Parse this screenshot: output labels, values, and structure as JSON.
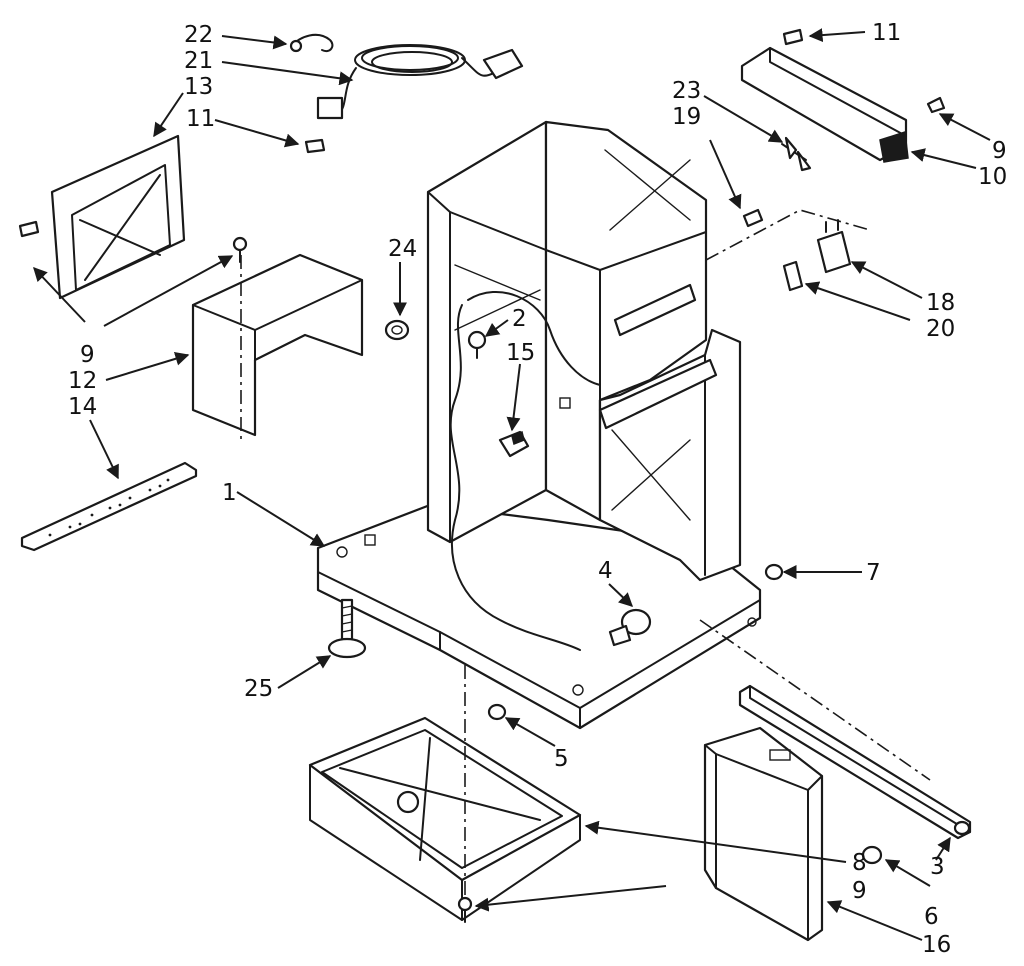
{
  "callouts": {
    "c1": "1",
    "c2": "2",
    "c3": "3",
    "c4": "4",
    "c5": "5",
    "c6": "6",
    "c7": "7",
    "c8": "8",
    "c9a": "9",
    "c9b": "9",
    "c9c": "9",
    "c10": "10",
    "c11a": "11",
    "c11b": "11",
    "c12": "12",
    "c13": "13",
    "c14": "14",
    "c15": "15",
    "c16": "16",
    "c18": "18",
    "c19": "19",
    "c20": "20",
    "c21": "21",
    "c22": "22",
    "c23": "23",
    "c24": "24",
    "c25": "25"
  },
  "colors": {
    "ink": "#1a1a1a",
    "paper": "#ffffff"
  }
}
